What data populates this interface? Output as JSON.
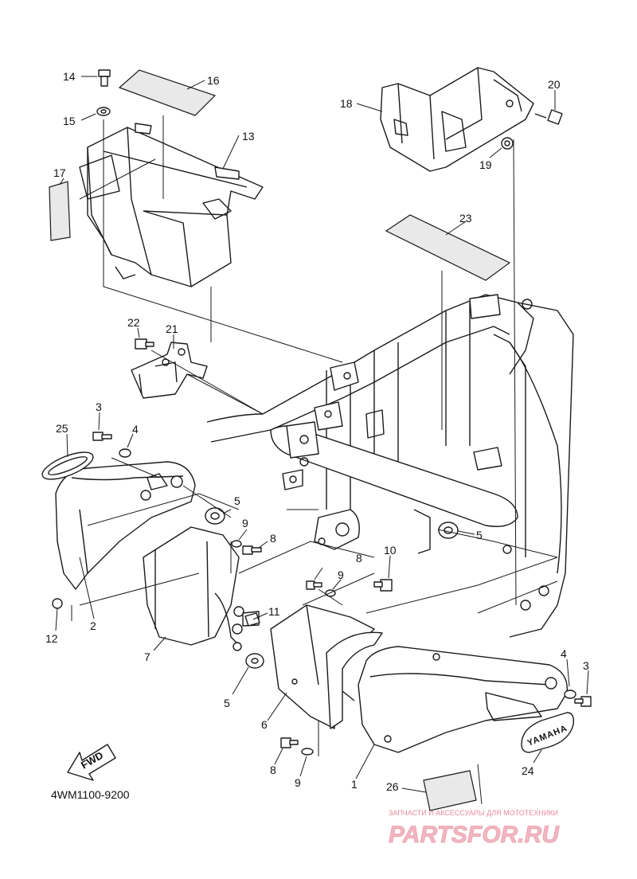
{
  "diagram": {
    "code": "4WM1100-9200",
    "fwd_label": "FWD",
    "badge_text": "YAMAHA",
    "labels": [
      "14",
      "16",
      "15",
      "13",
      "17",
      "18",
      "20",
      "19",
      "23",
      "22",
      "21",
      "3",
      "4",
      "25",
      "5",
      "9",
      "8",
      "10",
      "5",
      "12",
      "2",
      "7",
      "11",
      "5",
      "6",
      "8",
      "9",
      "1",
      "4",
      "3",
      "24",
      "26"
    ]
  },
  "watermark": {
    "line1": "ЗАПЧАСТИ И АКСЕССУАРЫ ДЛЯ МОТОТЕХНИКИ",
    "line2": "PARTSFOR.RU"
  }
}
